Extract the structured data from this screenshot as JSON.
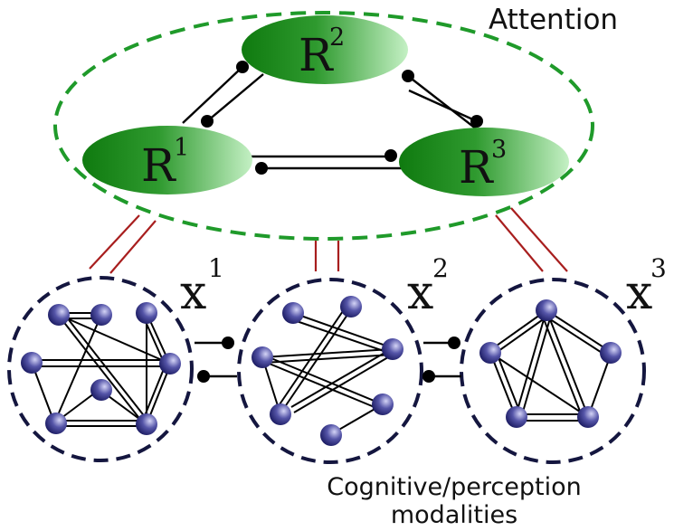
{
  "labels": {
    "attention": "Attention",
    "modalities_line1": "Cognitive/perception",
    "modalities_line2": "modalities"
  },
  "regions": [
    {
      "letter": "R",
      "index": "1"
    },
    {
      "letter": "R",
      "index": "2"
    },
    {
      "letter": "R",
      "index": "3"
    }
  ],
  "modalities": [
    {
      "letter": "x",
      "index": "1"
    },
    {
      "letter": "x",
      "index": "2"
    },
    {
      "letter": "x",
      "index": "3"
    }
  ],
  "colors": {
    "region_dark": "#0f7a0f",
    "region_light": "#b9ecb9",
    "attention_ring": "#1f9a2a",
    "cluster_ring": "#14163f",
    "node_dark": "#1c1c6e",
    "node_light": "#c9c9f2",
    "red_link": "#a81e1e"
  }
}
